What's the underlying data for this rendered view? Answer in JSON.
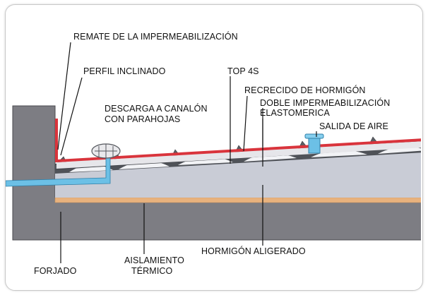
{
  "labels": {
    "remate": "REMATE DE LA IMPERMEABILIZACIÓN",
    "perfil": "PERFIL INCLINADO",
    "top4s": "TOP 4S",
    "recrecido": "RECRECIDO DE HORMIGÓN",
    "doble_line1": "DOBLE IMPERMEABILIZACIÓN",
    "doble_line2": "ELASTOMERICA",
    "descarga_line1": "DESCARGA A CANALÓN",
    "descarga_line2": "CON PARAHOJAS",
    "salida": "SALIDA DE AIRE",
    "forjado": "FORJADO",
    "aislamiento_line1": "AISLAMIENTO",
    "aislamiento_line2": "TÉRMICO",
    "hormigon": "HORMIGÓN ALIGERADO"
  },
  "colors": {
    "slab": "#7d7d83",
    "insulation": "#e8b27e",
    "light_concrete": "#c9ccd6",
    "membrane": "#d9343c",
    "pipe": "#6cc0e6",
    "dome": "#52555c"
  }
}
